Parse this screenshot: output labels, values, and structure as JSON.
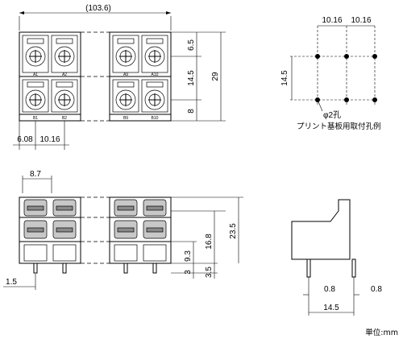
{
  "dims": {
    "total_width": "(103.6)",
    "pitch_top_a": "10.16",
    "pitch_top_b": "10.16",
    "pitch_bottom": "10.16",
    "edge": "6.08",
    "row_h1": "6.5",
    "row_h2": "14.5",
    "row_h3": "8",
    "total_h": "29",
    "side_w": "8.7",
    "h_total": "23.5",
    "h_mid": "16.8",
    "h_lower": "9.3",
    "h_3": "3",
    "h_35": "3.5",
    "pin_15": "1.5",
    "hole_pitch_a": "10.16",
    "hole_pitch_b": "10.16",
    "hole_row": "14.5",
    "pin_08_left": "0.8",
    "pin_08_right": "0.8",
    "side_depth": "14.5"
  },
  "labels": {
    "a1": "A1",
    "a2": "A2",
    "a9": "A9",
    "a10": "A10",
    "b1": "B1",
    "b2": "B2",
    "b9": "B9",
    "b10": "B10",
    "hole_note": "φ2孔",
    "pcb_caption": "プリント基板用取付孔例",
    "unit": "単位:mm"
  }
}
